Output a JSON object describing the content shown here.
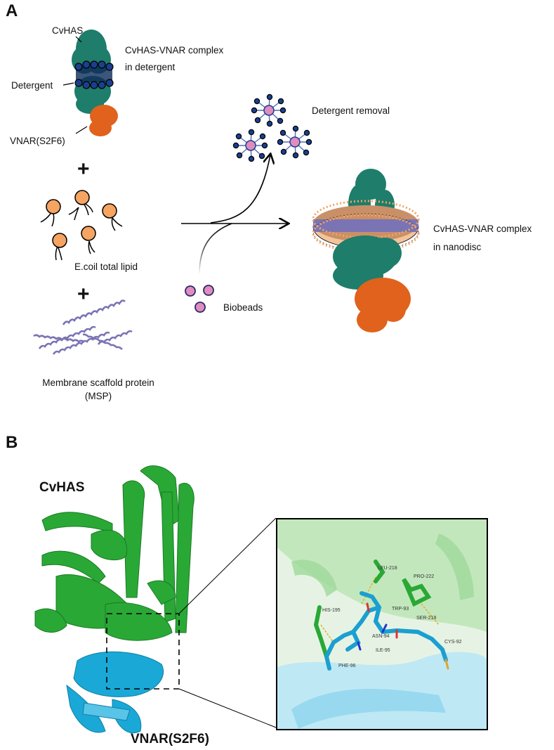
{
  "panel_a": {
    "letter": "A",
    "cvhas_label": "CvHAS",
    "detergent_label": "Detergent",
    "vnar_label": "VNAR(S2F6)",
    "complex_detergent_line1": "CvHAS-VNAR complex",
    "complex_detergent_line2": "in detergent",
    "lipid_label": "E.coil total lipid",
    "msp_line1": "Membrane scaffold protein",
    "msp_line2": "(MSP)",
    "detergent_removal_label": "Detergent removal",
    "biobeads_label": "Biobeads",
    "complex_nanodisc_line1": "CvHAS-VNAR complex",
    "complex_nanodisc_line2": "in nanodisc",
    "plus_symbol": "+"
  },
  "panel_b": {
    "letter": "B",
    "cvhas_label": "CvHAS",
    "vnar_label": "VNAR(S2F6)",
    "residues": [
      "LEU-218",
      "PRO-222",
      "HIS-195",
      "TRP-93",
      "SER-219",
      "ASN-94",
      "CYS-92",
      "ILE-95",
      "PHE-96"
    ]
  },
  "colors": {
    "teal": "#1e7d6b",
    "orange": "#e0621c",
    "lipid_head": "#f5a462",
    "detergent_blue": "#1b3f8f",
    "msp_purple": "#7a74b4",
    "biobead_pink": "#e08cc0",
    "cvhas_green": "#2aa836",
    "vnar_cyan": "#1aa9d6"
  }
}
